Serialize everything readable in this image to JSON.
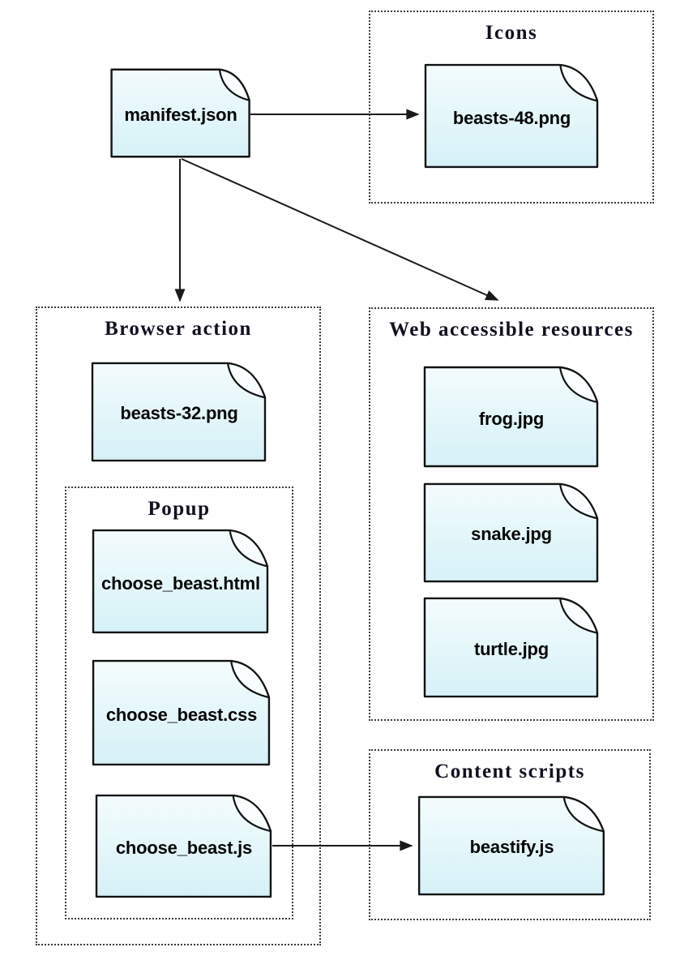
{
  "groups": {
    "icons": {
      "title": "Icons",
      "files": [
        "beasts-48.png"
      ]
    },
    "browser_action": {
      "title": "Browser action",
      "files": [
        "beasts-32.png"
      ]
    },
    "popup": {
      "title": "Popup",
      "files": [
        "choose_beast.html",
        "choose_beast.css",
        "choose_beast.js"
      ]
    },
    "web_accessible_resources": {
      "title": "Web accessible resources",
      "files": [
        "frog.jpg",
        "snake.jpg",
        "turtle.jpg"
      ]
    },
    "content_scripts": {
      "title": "Content scripts",
      "files": [
        "beastify.js"
      ]
    }
  },
  "nodes": {
    "manifest": {
      "label": "manifest.json"
    },
    "beasts_48": {
      "label": "beasts-48.png"
    },
    "beasts_32": {
      "label": "beasts-32.png"
    },
    "choose_beast_html": {
      "label": "choose_beast.html"
    },
    "choose_beast_css": {
      "label": "choose_beast.css"
    },
    "choose_beast_js": {
      "label": "choose_beast.js"
    },
    "frog": {
      "label": "frog.jpg"
    },
    "snake": {
      "label": "snake.jpg"
    },
    "turtle": {
      "label": "turtle.jpg"
    },
    "beastify": {
      "label": "beastify.js"
    }
  },
  "edges": [
    {
      "from": "manifest.json",
      "to": "beasts-48.png"
    },
    {
      "from": "manifest.json",
      "to": "Browser action"
    },
    {
      "from": "manifest.json",
      "to": "Web accessible resources"
    },
    {
      "from": "choose_beast.js",
      "to": "beastify.js"
    }
  ],
  "colors": {
    "background": "#ffffff",
    "paper_fill_top": "#f4fcfd",
    "paper_fill_bottom": "#d5f1f7",
    "paper_border": "#121212",
    "group_border": "#3a3a3a",
    "title_text": "#10101f",
    "label_text": "#050505",
    "arrow": "#1a1a1a"
  }
}
